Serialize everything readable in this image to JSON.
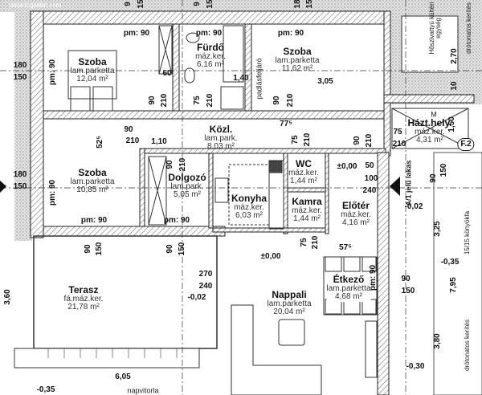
{
  "watermark": "www.ingatlan.com",
  "rooms": [
    {
      "name": "Szoba",
      "floor": "lam.parketta",
      "area": "12,04 m²"
    },
    {
      "name": "Fürdő",
      "floor": "máz.ker.",
      "area": "6,16 m²"
    },
    {
      "name": "Szoba",
      "floor": "lam.parketta",
      "area": "11,62 m²"
    },
    {
      "name": "Közl.",
      "floor": "lam.park.",
      "area": "8,03 m²"
    },
    {
      "name": "Szoba",
      "floor": "lam.parketta",
      "area": "10,85 m²"
    },
    {
      "name": "Dolgozó",
      "floor": "lam.park.",
      "area": "5,05 m²"
    },
    {
      "name": "Konyha",
      "floor": "máz.ker.",
      "area": "6,03 m²"
    },
    {
      "name": "WC",
      "floor": "máz.ker.",
      "area": "1,44 m²"
    },
    {
      "name": "Kamra",
      "floor": "máz.ker.",
      "area": "1,44 m²"
    },
    {
      "name": "Előtér",
      "floor": "máz.ker.",
      "area": "4,16 m²"
    },
    {
      "name": "Házt.hely.",
      "floor": "máz.ker.",
      "area": "4,31 m²"
    },
    {
      "name": "Terasz",
      "floor": "fá.máz.ker.",
      "area": "21,78 m²"
    },
    {
      "name": "Nappali",
      "floor": "lam.parketta",
      "area": "20,04 m²"
    },
    {
      "name": "Étkező",
      "floor": "lam.parketta",
      "area": "4,68 m²"
    }
  ],
  "dims": [
    "pm: 90",
    "pm: 90",
    "pm: 90",
    "pm: 90",
    "pm: 90",
    "pm: 90",
    "pm: 90",
    "180",
    "150",
    "180",
    "150",
    "60",
    "1,40",
    "90",
    "210",
    "75",
    "210",
    "90",
    "210",
    "3,05",
    "90",
    "210",
    "1,10",
    "52⁵",
    "90",
    "210",
    "77⁵",
    "75",
    "210",
    "90",
    "210",
    "75",
    "210",
    "50",
    "±0,00",
    "100",
    "240",
    "-0,02",
    "2,70",
    "10",
    "1,50",
    "F.2",
    "90",
    "150",
    "3,25",
    "-0,35",
    "7,95",
    "3,80",
    "-0,30",
    "90",
    "150",
    "90",
    "150",
    "270",
    "240",
    "-0,02",
    "3,60",
    "6,05",
    "-0,35",
    "±0,00",
    "75",
    "210",
    "57⁵",
    "pm: 90",
    "90",
    "150",
    "9",
    "15",
    "9",
    "15",
    "18",
    "15",
    "M"
  ],
  "notes": [
    "padlásfeljáró",
    "Hőszivattyú kültéri egység",
    "drótonatos kerítés",
    "drótonatos kerítés",
    "A/1 jelű lakás",
    "15/15 könyökfa",
    "napvitorla"
  ],
  "colors": {
    "wall": "#333333",
    "hatch": "#9a9a9a",
    "exterior": "#d4d4d4"
  }
}
